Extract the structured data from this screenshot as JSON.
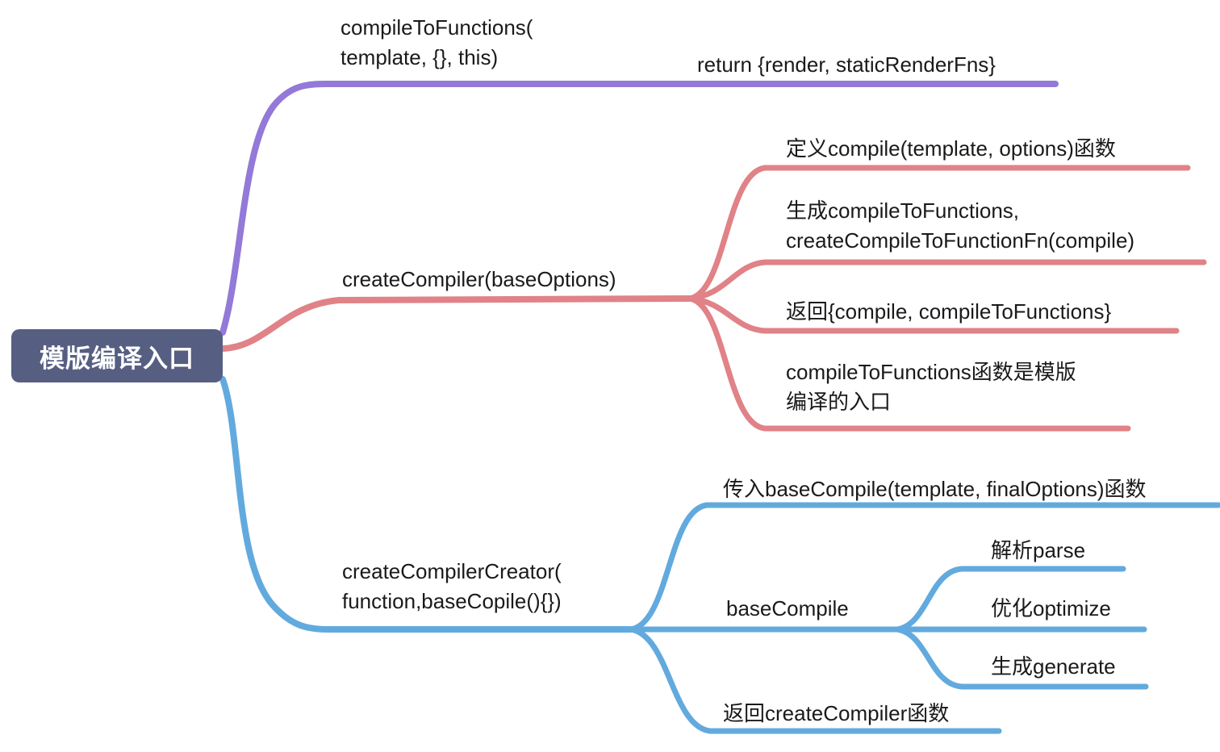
{
  "diagram": {
    "type": "mind-map",
    "title": "模版编译入口",
    "background": "#ffffff",
    "colors": {
      "root_fill": "#565f82",
      "root_text": "#ffffff",
      "branch_purple": "#9379d8",
      "branch_red": "#e08287",
      "branch_blue": "#62aade",
      "text": "#1a1a1a"
    },
    "root": {
      "label": "模版编译入口"
    },
    "branches": [
      {
        "id": "branch-compile-to-functions",
        "color_key": "branch_purple",
        "label": "compileToFunctions(\ntemplate, {}, this)",
        "children": [
          {
            "id": "node-return-render",
            "label": "return {render, staticRenderFns}",
            "children": []
          }
        ]
      },
      {
        "id": "branch-create-compiler",
        "color_key": "branch_red",
        "label": "createCompiler(baseOptions)",
        "children": [
          {
            "id": "node-define-compile",
            "label": "定义compile(template, options)函数",
            "children": []
          },
          {
            "id": "node-generate-compile-to-functions",
            "label": "生成compileToFunctions,\ncreateCompileToFunctionFn(compile)",
            "children": []
          },
          {
            "id": "node-return-compile-object",
            "label": "返回{compile, compileToFunctions}",
            "children": []
          },
          {
            "id": "node-compile-to-functions-entry",
            "label": "compileToFunctions函数是模版\n编译的入口",
            "children": []
          }
        ]
      },
      {
        "id": "branch-create-compiler-creator",
        "color_key": "branch_blue",
        "label": "createCompilerCreator(\nfunction,baseCopile(){})",
        "children": [
          {
            "id": "node-pass-base-compile",
            "label": "传入baseCompile(template, finalOptions)函数",
            "children": []
          },
          {
            "id": "node-base-compile",
            "label": "baseCompile",
            "children": [
              {
                "id": "node-parse",
                "label": "解析parse"
              },
              {
                "id": "node-optimize",
                "label": "优化optimize"
              },
              {
                "id": "node-generate",
                "label": "生成generate"
              }
            ]
          },
          {
            "id": "node-return-create-compiler",
            "label": "返回createCompiler函数",
            "children": []
          }
        ]
      }
    ]
  }
}
